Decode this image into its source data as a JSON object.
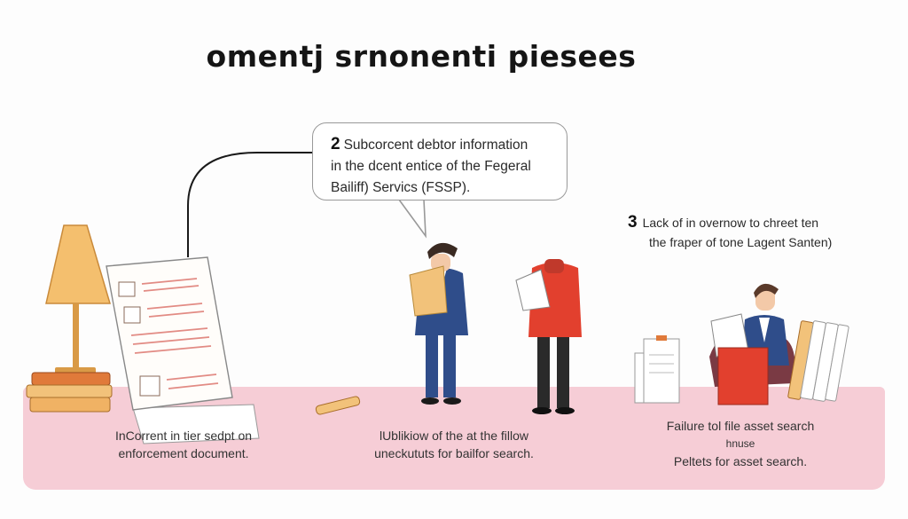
{
  "title": "omentj srnonenti piesees",
  "bubble": {
    "number": "2",
    "line1": "Subcorcent debtor information",
    "line2": "in the dcent entice of the Fegeral",
    "line3": "Bailiff) Servics (FSSP)."
  },
  "note3": {
    "number": "3",
    "line1": "Lack of in overnow to chreet ten",
    "line2": "the fraper of tone Lagent Santen)"
  },
  "captions": {
    "left": {
      "line1": "InCorrent in tier sedpt on",
      "line2": "enforcement document."
    },
    "middle": {
      "line1": "lUblikiow of the at the fillow",
      "line2": "uneckututs for bailfor search."
    },
    "right": {
      "line1": "Failure tol file asset search",
      "line2": "hnuse",
      "line3": "Peltets for asset search."
    }
  },
  "colors": {
    "floor": "#f6cdd6",
    "suit_blue": "#2f4d8a",
    "red_jacket": "#e2402e",
    "paper_tan": "#f2c27a",
    "lamp": "#f4bf6e",
    "book_orange": "#e07a3a"
  }
}
